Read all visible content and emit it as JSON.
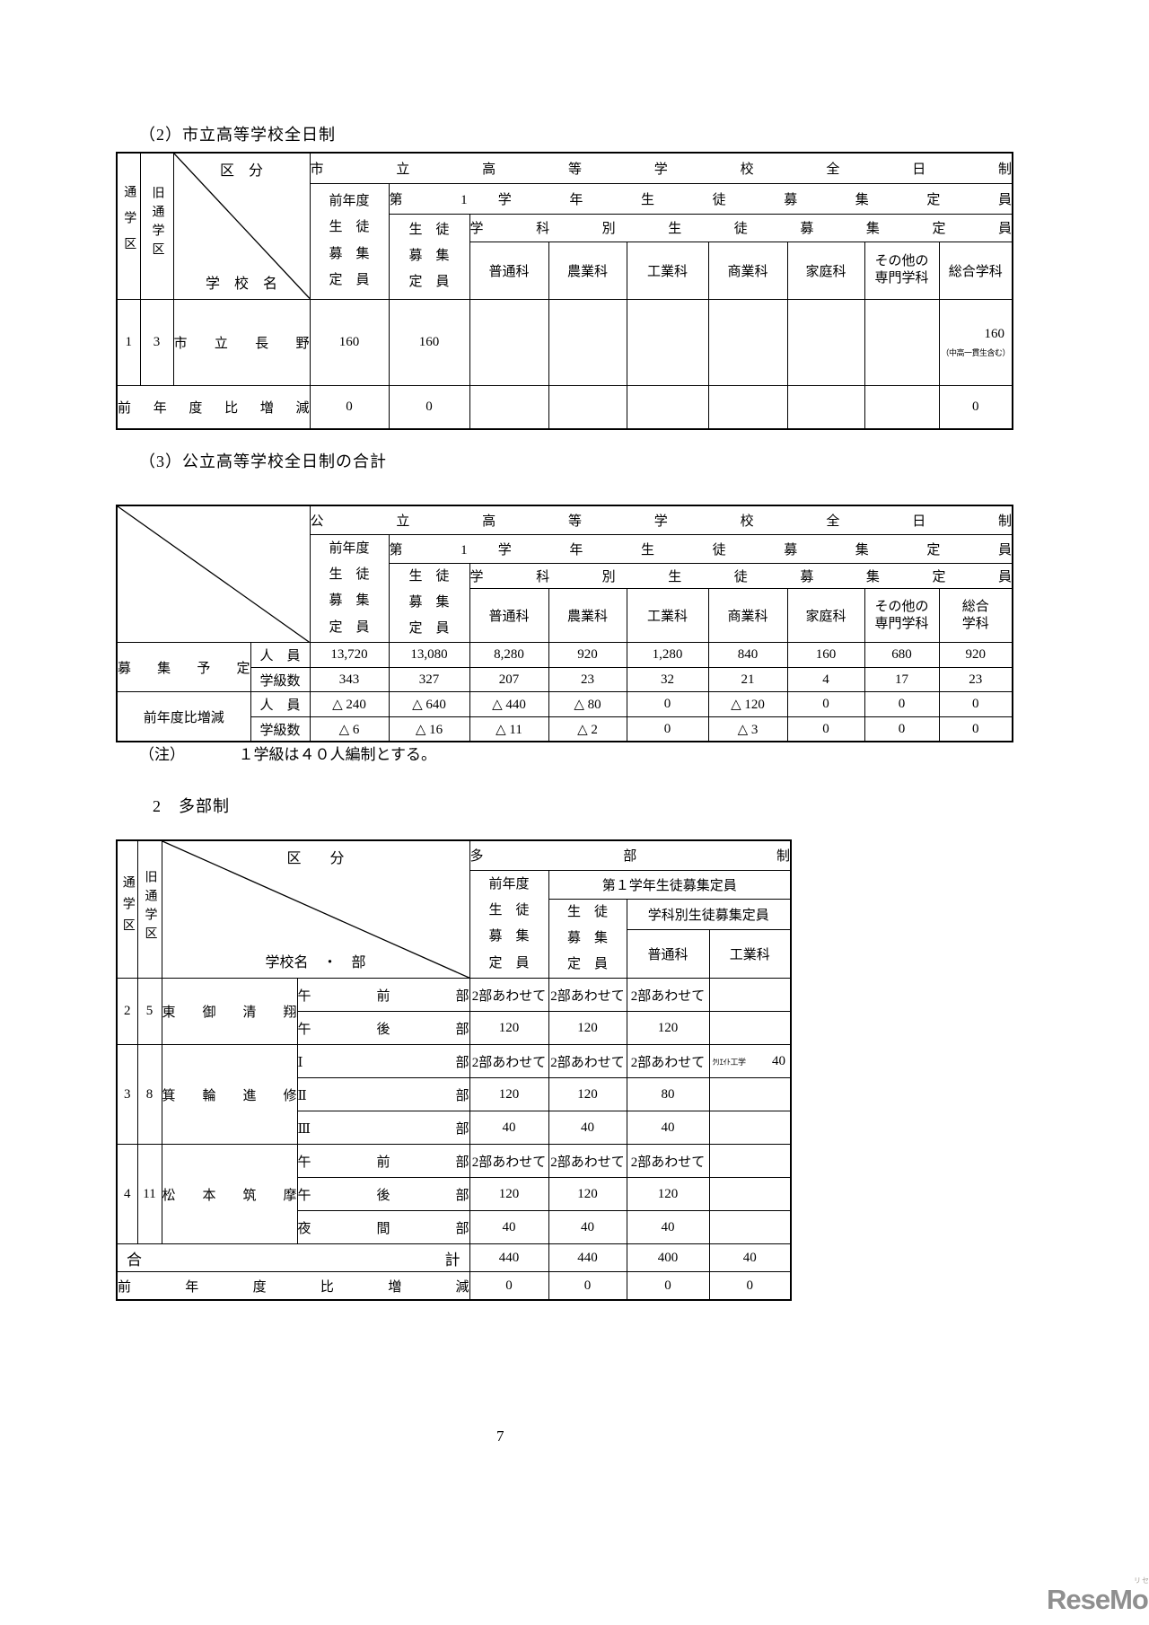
{
  "page": {
    "number": "7",
    "brand": {
      "name": "ReseMom.",
      "ruby": "リセマム"
    }
  },
  "s2": {
    "title": "（2）市立高等学校全日制",
    "t": {
      "tsu": "通学区",
      "kyu": "旧通学区",
      "kubun": "区　分",
      "school": "学　校　名",
      "span": "市 立 高 等 学 校 全 日 制",
      "prev": "前年度\n生　徒\n募　集\n定　員",
      "g1": "第 1 学 年 生 徒 募 集 定 員",
      "seito": "生　徒\n募　集\n定　員",
      "gakka": "学 科 別 生 徒 募 集 定 員",
      "sub": [
        "普通科",
        "農業科",
        "工業科",
        "商業科",
        "家庭科",
        "その他の\n専門学科",
        "総合学科"
      ],
      "r1": {
        "tsu": "1",
        "kyu": "3",
        "name": "市 立 長 野",
        "prev": "160",
        "seito": "160",
        "c": [
          "",
          "",
          "",
          "",
          "",
          ""
        ],
        "sogo": "160",
        "sogo_note": "（中高一貫生含む）"
      },
      "r2": {
        "label": "前 年 度 比 増 減",
        "prev": "0",
        "seito": "0",
        "c": [
          "",
          "",
          "",
          "",
          "",
          ""
        ],
        "sogo": "0"
      }
    }
  },
  "s3": {
    "title": "（3）公立高等学校全日制の合計",
    "t": {
      "span": "公 立 高 等 学 校 全 日 制",
      "prev": "前年度\n生　徒\n募　集\n定　員",
      "g1": "第 1 学 年 生 徒 募 集 定 員",
      "seito": "生　徒\n募　集\n定　員",
      "gakka": "学 科 別 生 徒 募 集 定 員",
      "sub": [
        "普通科",
        "農業科",
        "工業科",
        "商業科",
        "家庭科",
        "その他の\n専門学科",
        "総合\n学科"
      ],
      "rows": [
        {
          "group": "募 集 予 定",
          "sub": "人　員",
          "v": [
            "13,720",
            "13,080",
            "8,280",
            "920",
            "1,280",
            "840",
            "160",
            "680",
            "920"
          ]
        },
        {
          "sub": "学級数",
          "v": [
            "343",
            "327",
            "207",
            "23",
            "32",
            "21",
            "4",
            "17",
            "23"
          ]
        },
        {
          "group": "前年度比増減",
          "sub": "人　員",
          "v": [
            "△ 240",
            "△ 640",
            "△ 440",
            "△ 80",
            "0",
            "△ 120",
            "0",
            "0",
            "0"
          ]
        },
        {
          "sub": "学級数",
          "v": [
            "△ 6",
            "△ 16",
            "△ 11",
            "△ 2",
            "0",
            "△ 3",
            "0",
            "0",
            "0"
          ]
        }
      ]
    },
    "note": "（注）　　　　１学級は４０人編制とする。"
  },
  "s4": {
    "title": "2　多部制",
    "t": {
      "tsu": "通学区",
      "kyu": "旧通学区",
      "kubun": "区　　分",
      "school": "学校名　・　部",
      "span": "多 部 制",
      "prev": "前年度\n生　徒\n募　集\n定　員",
      "g1": "第１学年生徒募集定員",
      "seito": "生　徒\n募　集\n定　員",
      "gakka": "学科別生徒募集定員",
      "sub": [
        "普通科",
        "工業科"
      ],
      "groups": [
        {
          "tsu": "2",
          "kyu": "5",
          "name": "東 御 清 翔",
          "parts": [
            {
              "part": "午 前 部",
              "prev": "2部あわせて",
              "seito": "2部あわせて",
              "futsu": "2部あわせて",
              "kogyo": ""
            },
            {
              "part": "午 後 部",
              "prev": "120",
              "seito": "120",
              "futsu": "120",
              "kogyo": ""
            }
          ]
        },
        {
          "tsu": "3",
          "kyu": "8",
          "name": "箕 輪 進 修",
          "parts": [
            {
              "part": "Ⅰ 部",
              "prev": "2部あわせて",
              "seito": "2部あわせて",
              "futsu": "2部あわせて",
              "kspecial": "ｸﾘｴｲﾄ工学",
              "kogyo": "40"
            },
            {
              "part": "Ⅱ 部",
              "prev": "120",
              "seito": "120",
              "futsu": "80",
              "kogyo": ""
            },
            {
              "part": "Ⅲ 部",
              "prev": "40",
              "seito": "40",
              "futsu": "40",
              "kogyo": ""
            }
          ]
        },
        {
          "tsu": "4",
          "kyu": "11",
          "name": "松 本 筑 摩",
          "parts": [
            {
              "part": "午 前 部",
              "prev": "2部あわせて",
              "seito": "2部あわせて",
              "futsu": "2部あわせて",
              "kogyo": ""
            },
            {
              "part": "午 後 部",
              "prev": "120",
              "seito": "120",
              "futsu": "120",
              "kogyo": ""
            },
            {
              "part": "夜 間 部",
              "prev": "40",
              "seito": "40",
              "futsu": "40",
              "kogyo": ""
            }
          ]
        }
      ],
      "total": {
        "l1": "合",
        "l2": "計",
        "v": [
          "440",
          "440",
          "400",
          "40"
        ]
      },
      "diff": {
        "label": "前 年 度 比 増 減",
        "v": [
          "0",
          "0",
          "0",
          "0"
        ]
      }
    }
  }
}
